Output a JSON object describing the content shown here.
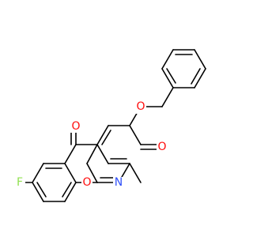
{
  "molecule": {
    "atoms": {
      "O_keto": {
        "label": "O",
        "color": "#ff0d0d"
      },
      "O_ester_carbonyl": {
        "label": "O",
        "color": "#ff0d0d"
      },
      "O_ester": {
        "label": "O",
        "color": "#ff0d0d"
      },
      "O_ring": {
        "label": "O",
        "color": "#ff0d0d"
      },
      "F": {
        "label": "F",
        "color": "#90e050"
      },
      "N": {
        "label": "N",
        "color": "#3050f8"
      }
    },
    "bond_color": "#000000"
  }
}
